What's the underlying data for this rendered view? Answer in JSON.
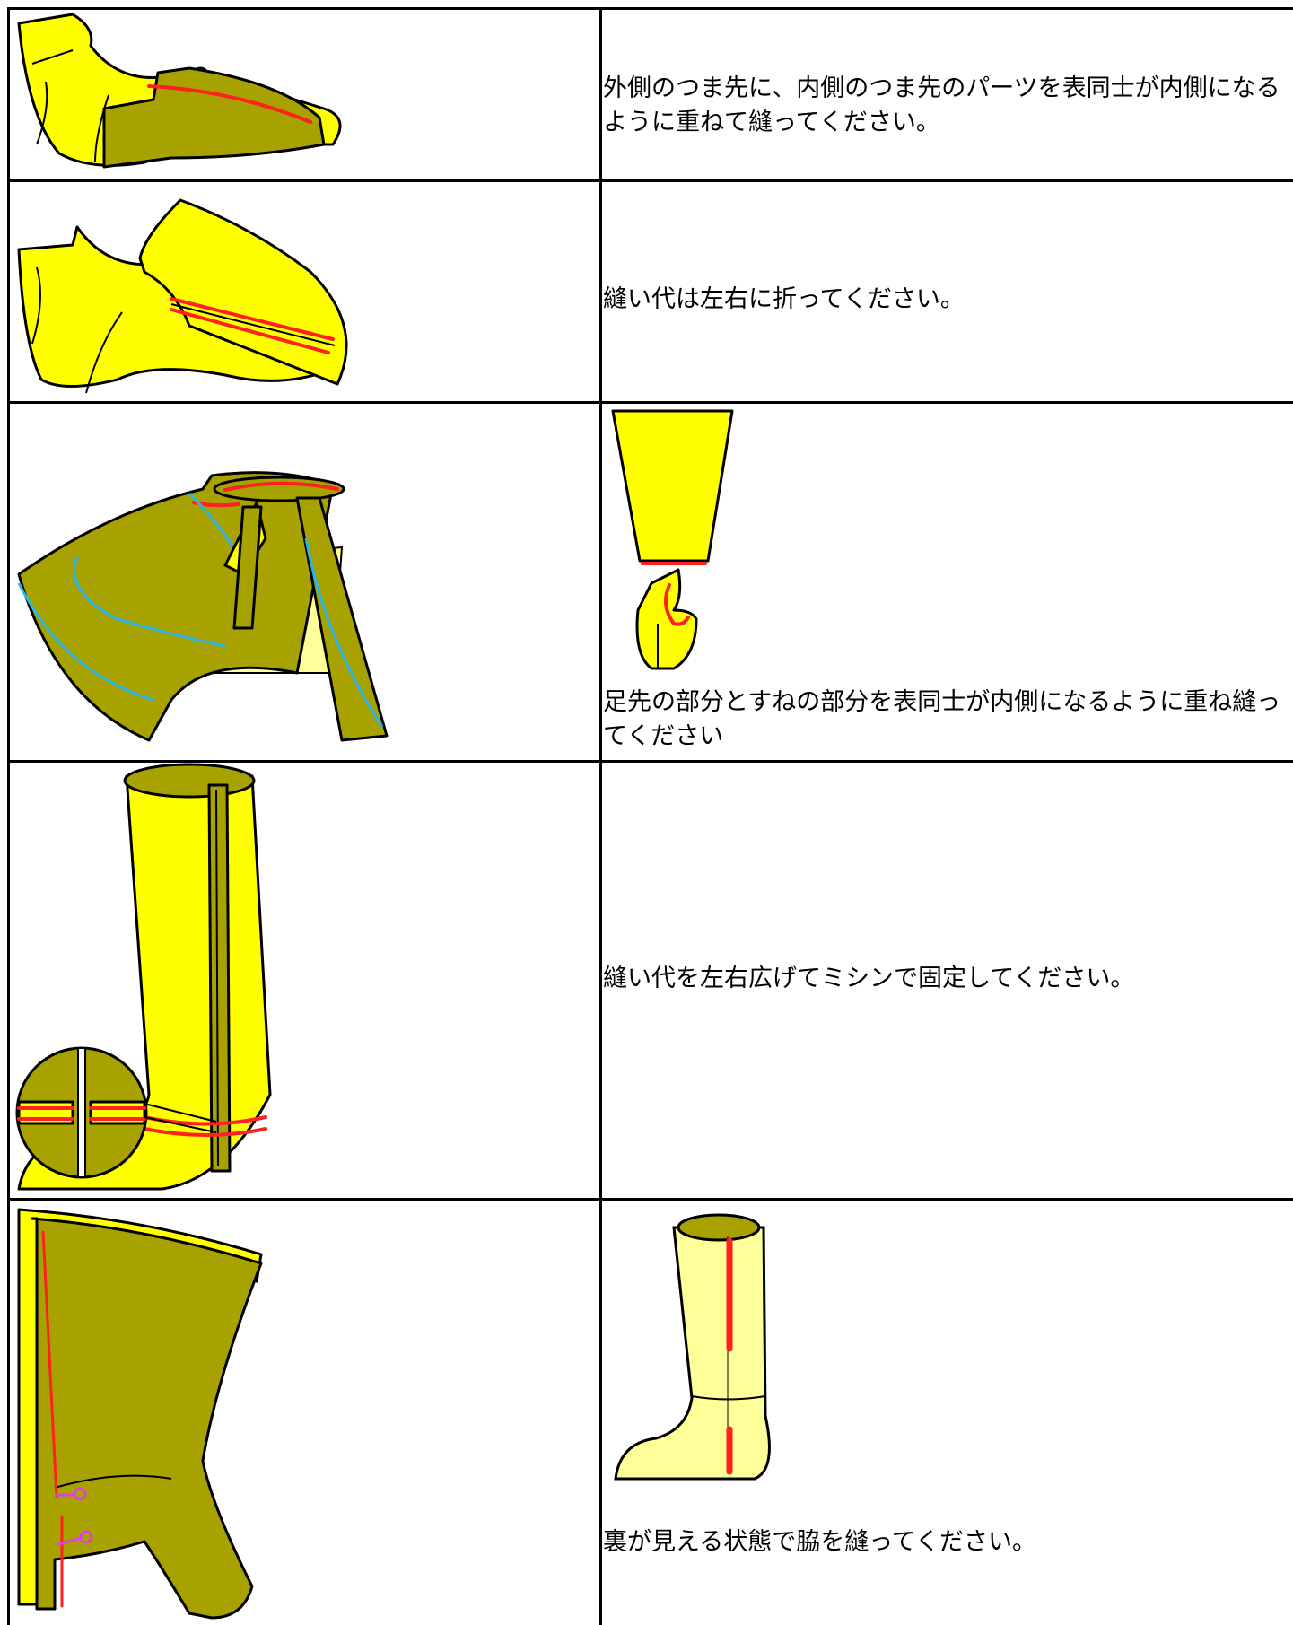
{
  "steps": [
    {
      "text": "外側のつま先に、内側のつま先のパーツを表同士が内側になるように重ねて縫ってください。"
    },
    {
      "text": "縫い代は左右に折ってください。"
    },
    {
      "text": "足先の部分とすねの部分を表同士が内側になるように重ね縫ってください"
    },
    {
      "text": "縫い代を左右広げてミシンで固定してください。"
    },
    {
      "text": "裏が見える状態で脇を縫ってください。"
    }
  ],
  "colors": {
    "yellow": "#ffff00",
    "olive": "#a8a200",
    "light_yellow": "#ffff99",
    "seam_red": "#ff2020",
    "seam_blue": "#2ab6e6",
    "pin_pink": "#e040e0"
  }
}
